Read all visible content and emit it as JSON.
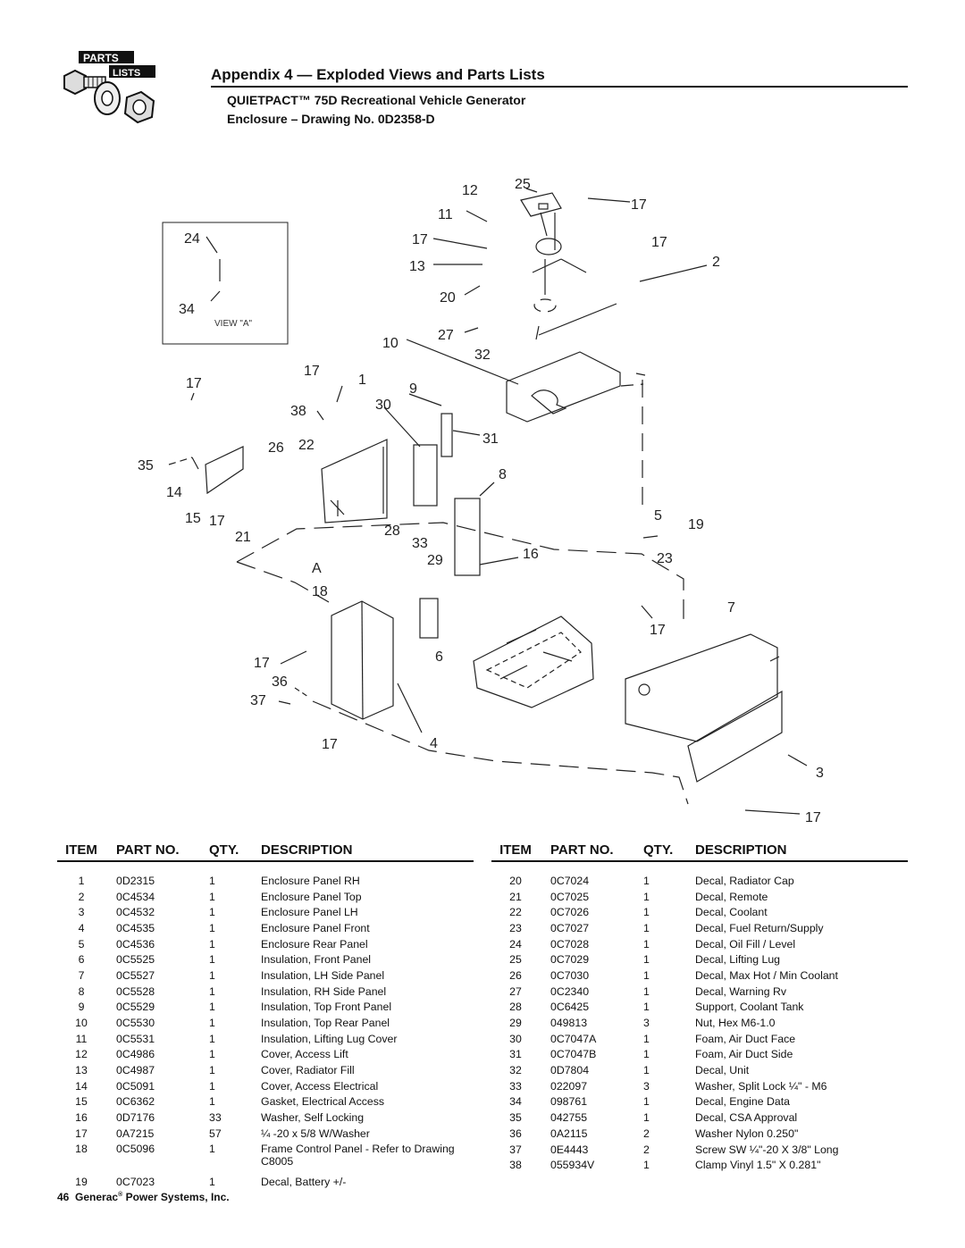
{
  "logo": {
    "line1": "PARTS",
    "line2": "LISTS"
  },
  "header": {
    "title": "Appendix 4 — Exploded Views and Parts Lists",
    "subtitle_line1": "QUIETPACT™ 75D Recreational Vehicle Generator",
    "subtitle_line2": "Enclosure – Drawing No. 0D2358-D"
  },
  "drawing": {
    "view_label": "VIEW \"A\"",
    "view_marker": "A",
    "callouts": [
      "12",
      "25",
      "17",
      "11",
      "17",
      "17",
      "2",
      "13",
      "20",
      "27",
      "10",
      "32",
      "24",
      "34",
      "17",
      "1",
      "9",
      "17",
      "38",
      "30",
      "31",
      "26",
      "22",
      "35",
      "14",
      "8",
      "15",
      "17",
      "21",
      "28",
      "33",
      "16",
      "29",
      "5",
      "19",
      "23",
      "18",
      "7",
      "17",
      "17",
      "6",
      "36",
      "37",
      "17",
      "4",
      "3",
      "17"
    ]
  },
  "table": {
    "headers": {
      "item": "ITEM",
      "part": "PART NO.",
      "qty": "QTY.",
      "desc": "DESCRIPTION"
    },
    "left": [
      {
        "item": "1",
        "part": "0D2315",
        "qty": "1",
        "desc": "Enclosure Panel RH"
      },
      {
        "item": "2",
        "part": "0C4534",
        "qty": "1",
        "desc": "Enclosure Panel  Top"
      },
      {
        "item": "3",
        "part": "0C4532",
        "qty": "1",
        "desc": "Enclosure Panel LH"
      },
      {
        "item": "4",
        "part": "0C4535",
        "qty": "1",
        "desc": "Enclosure Panel Front"
      },
      {
        "item": "5",
        "part": "0C4536",
        "qty": "1",
        "desc": "Enclosure Rear Panel"
      },
      {
        "item": "6",
        "part": "0C5525",
        "qty": "1",
        "desc": "Insulation, Front Panel"
      },
      {
        "item": "7",
        "part": "0C5527",
        "qty": "1",
        "desc": "Insulation, LH Side Panel"
      },
      {
        "item": "8",
        "part": "0C5528",
        "qty": "1",
        "desc": "Insulation, RH Side Panel"
      },
      {
        "item": "9",
        "part": "0C5529",
        "qty": "1",
        "desc": "Insulation, Top Front Panel"
      },
      {
        "item": "10",
        "part": "0C5530",
        "qty": "1",
        "desc": "Insulation, Top Rear Panel"
      },
      {
        "item": "11",
        "part": "0C5531",
        "qty": "1",
        "desc": "Insulation, Lifting Lug Cover"
      },
      {
        "item": "12",
        "part": "0C4986",
        "qty": "1",
        "desc": "Cover, Access Lift"
      },
      {
        "item": "13",
        "part": "0C4987",
        "qty": "1",
        "desc": "Cover, Radiator Fill"
      },
      {
        "item": "14",
        "part": "0C5091",
        "qty": "1",
        "desc": "Cover, Access Electrical"
      },
      {
        "item": "15",
        "part": "0C6362",
        "qty": "1",
        "desc": "Gasket, Electrical Access"
      },
      {
        "item": "16",
        "part": "0D7176",
        "qty": "33",
        "desc": "Washer, Self Locking"
      },
      {
        "item": "17",
        "part": "0A7215",
        "qty": "57",
        "desc": "¼ -20 x 5/8 W/Washer"
      },
      {
        "item": "18",
        "part": "0C5096",
        "qty": "1",
        "desc": "Frame Control Panel - Refer to Drawing",
        "desc2": "C8005"
      },
      {
        "item": "19",
        "part": "0C7023",
        "qty": "1",
        "desc": "Decal, Battery +/-"
      }
    ],
    "right": [
      {
        "item": "20",
        "part": "0C7024",
        "qty": "1",
        "desc": "Decal, Radiator Cap"
      },
      {
        "item": "21",
        "part": "0C7025",
        "qty": "1",
        "desc": "Decal, Remote"
      },
      {
        "item": "22",
        "part": "0C7026",
        "qty": "1",
        "desc": "Decal, Coolant"
      },
      {
        "item": "23",
        "part": "0C7027",
        "qty": "1",
        "desc": "Decal, Fuel Return/Supply"
      },
      {
        "item": "24",
        "part": "0C7028",
        "qty": "1",
        "desc": "Decal, Oil Fill / Level"
      },
      {
        "item": "25",
        "part": "0C7029",
        "qty": "1",
        "desc": "Decal, Lifting Lug"
      },
      {
        "item": "26",
        "part": "0C7030",
        "qty": "1",
        "desc": "Decal, Max Hot / Min Coolant"
      },
      {
        "item": "27",
        "part": "0C2340",
        "qty": "1",
        "desc": "Decal, Warning Rv"
      },
      {
        "item": "28",
        "part": "0C6425",
        "qty": "1",
        "desc": "Support, Coolant Tank"
      },
      {
        "item": "29",
        "part": "049813",
        "qty": "3",
        "desc": "Nut, Hex M6-1.0"
      },
      {
        "item": "30",
        "part": "0C7047A",
        "qty": "1",
        "desc": "Foam, Air Duct Face"
      },
      {
        "item": "31",
        "part": "0C7047B",
        "qty": "1",
        "desc": "Foam, Air Duct Side"
      },
      {
        "item": "32",
        "part": "0D7804",
        "qty": "1",
        "desc": "Decal, Unit"
      },
      {
        "item": "33",
        "part": "022097",
        "qty": "3",
        "desc": "Washer, Split Lock ¼\" - M6"
      },
      {
        "item": "34",
        "part": "098761",
        "qty": "1",
        "desc": "Decal, Engine Data"
      },
      {
        "item": "35",
        "part": "042755",
        "qty": "1",
        "desc": "Decal, CSA Approval"
      },
      {
        "item": "36",
        "part": "0A2115",
        "qty": "2",
        "desc": "Washer Nylon 0.250\""
      },
      {
        "item": "37",
        "part": "0E4443",
        "qty": "2",
        "desc": "Screw SW ¼\"-20 X 3/8\" Long"
      },
      {
        "item": "38",
        "part": "055934V",
        "qty": "1",
        "desc": "Clamp Vinyl 1.5\" X 0.281\""
      }
    ]
  },
  "footer": {
    "page": "46",
    "company": "Generac",
    "reg": "®",
    "rest": " Power Systems, Inc."
  }
}
